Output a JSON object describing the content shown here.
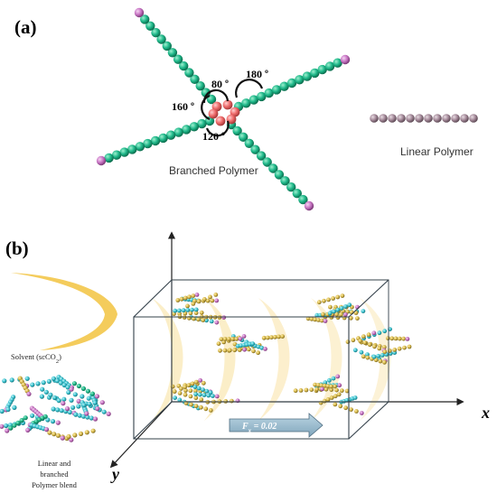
{
  "panel_a": {
    "label": "(a)",
    "branched_caption": "Branched Polymer",
    "linear_caption": "Linear Polymer",
    "angles": [
      "80 º",
      "180 º",
      "160 º",
      "120 º"
    ]
  },
  "panel_b": {
    "label": "(b)",
    "solvent_label_prefix": "Solvent (scCO",
    "solvent_label_sub": "2",
    "solvent_label_suffix": ")",
    "blend_label_line1": "Linear and",
    "blend_label_line2": "branched",
    "blend_label_line3": "Polymer blend",
    "force_label_prefix": "F",
    "force_label_sub": "x",
    "force_label_suffix": " = 0.02",
    "axis_x": "x",
    "axis_y": "y"
  },
  "colors": {
    "bead_green": "#1fb88a",
    "bead_core": "#ef6b6b",
    "bead_end": "#c875c4",
    "bead_linear": "#a58a9a",
    "solvent_yellow": "#f3c64a",
    "cyan": "#39c3d0",
    "force_arrow": "#8fb4c8"
  }
}
